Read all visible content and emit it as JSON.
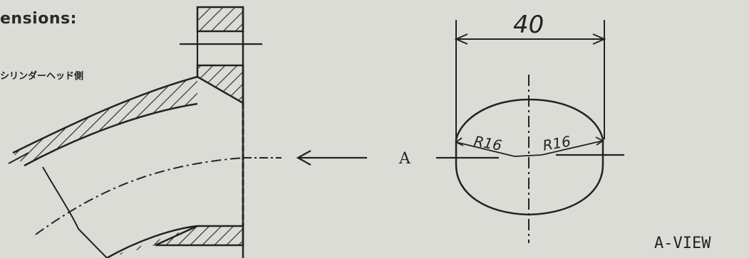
{
  "heading": "ensions:",
  "part_label": "シリンダーヘッド側",
  "dimensions": {
    "width": "40",
    "radius_left": "R16",
    "radius_right": "R16"
  },
  "arrow_label": "A",
  "view_caption": "A-VIEW"
}
